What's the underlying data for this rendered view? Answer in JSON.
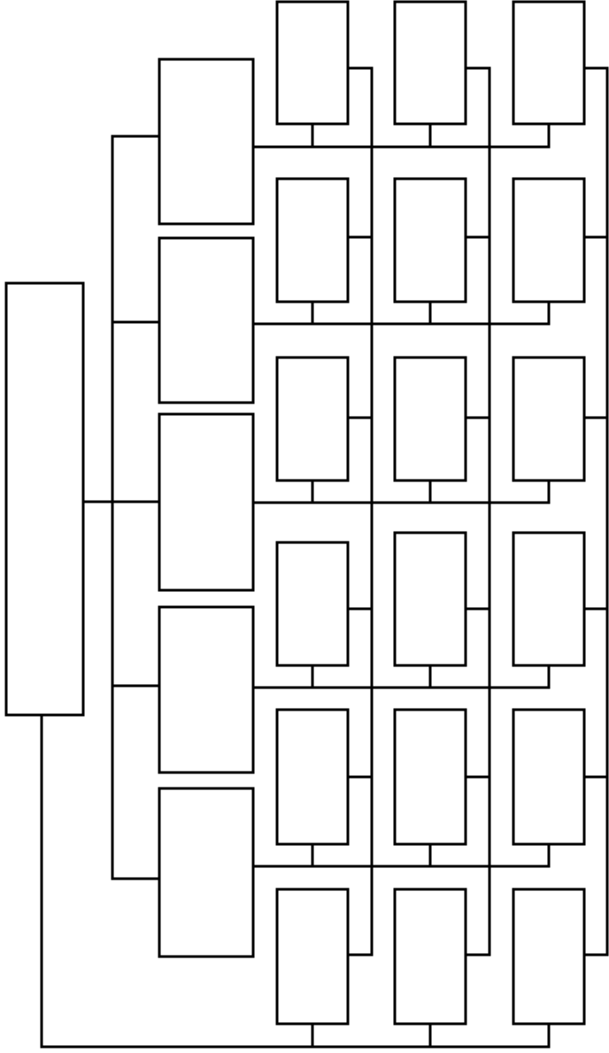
{
  "diagram": {
    "kind": "block-diagram",
    "root": {
      "id": "root"
    },
    "groups": [
      {
        "id": "group-1"
      },
      {
        "id": "group-2"
      },
      {
        "id": "group-3"
      },
      {
        "id": "group-4"
      },
      {
        "id": "group-5"
      }
    ],
    "leaf_columns": 3,
    "leaf_rows": 6,
    "colors": {
      "stroke": "#000000",
      "fill": "#ffffff"
    }
  }
}
